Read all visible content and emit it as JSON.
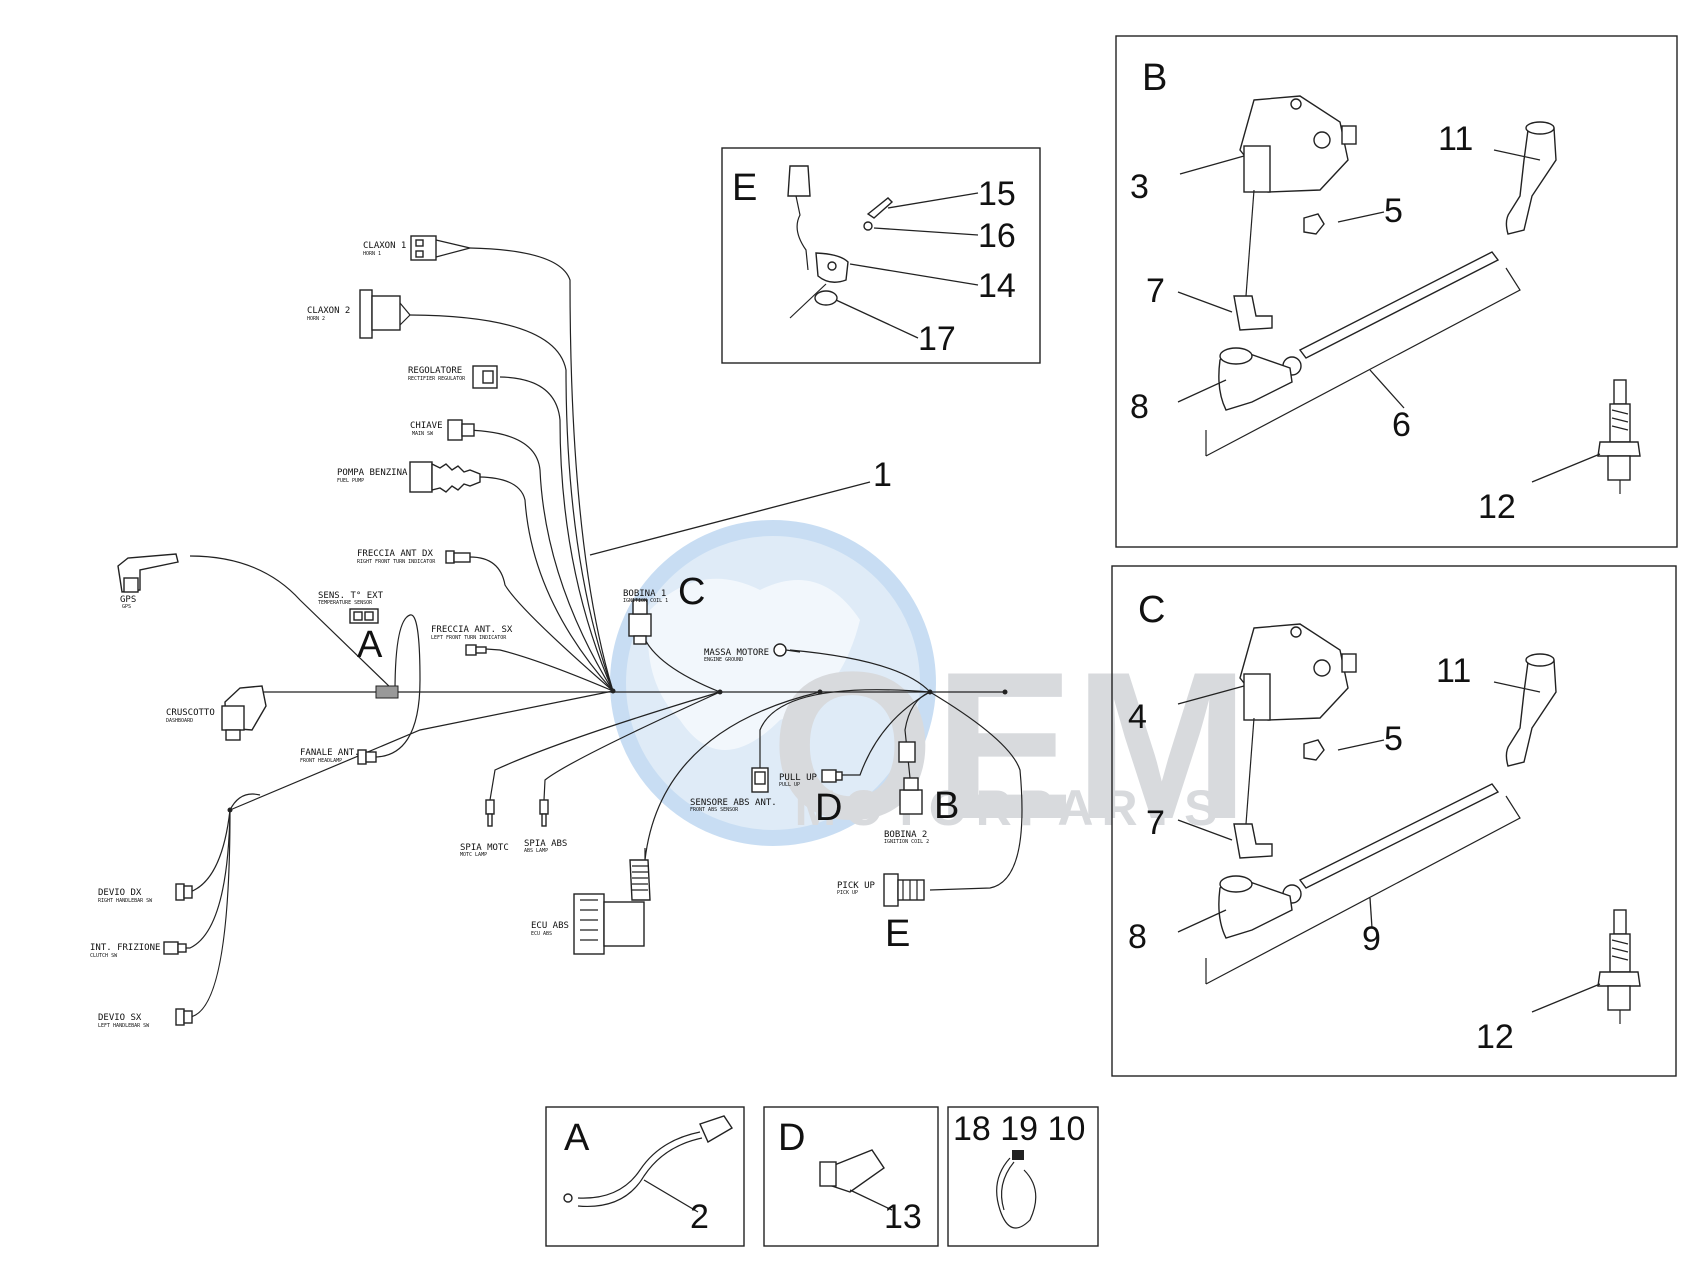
{
  "watermark": {
    "logo": "OEM",
    "subtitle": "MOTORPARTS"
  },
  "harness": {
    "claxon_1": {
      "label": "CLAXON 1",
      "sub": "HORN 1"
    },
    "claxon_2": {
      "label": "CLAXON 2",
      "sub": "HORN 2"
    },
    "regolatore": {
      "label": "REGOLATORE",
      "sub": "RECTIFIER REGULATOR"
    },
    "chiave": {
      "label": "CHIAVE",
      "sub": "MAIN SW"
    },
    "pompa_benzina": {
      "label": "POMPA BENZINA",
      "sub": "FUEL PUMP"
    },
    "freccia_ant_dx": {
      "label": "FRECCIA ANT DX",
      "sub": "RIGHT FRONT TURN INDICATOR"
    },
    "sens_t_ext": {
      "label": "SENS. T° EXT",
      "sub": "TEMPERATURE SENSOR"
    },
    "freccia_ant_sx": {
      "label": "FRECCIA ANT. SX",
      "sub": "LEFT FRONT TURN INDICATOR"
    },
    "gps": {
      "label": "GPS",
      "sub": "GPS"
    },
    "cruscotto": {
      "label": "CRUSCOTTO",
      "sub": "DASHBOARD"
    },
    "fanale_ant": {
      "label": "FANALE ANT.",
      "sub": "FRONT HEADLAMP"
    },
    "devio_dx": {
      "label": "DEVIO DX",
      "sub": "RIGHT HANDLEBAR SW"
    },
    "int_frizione": {
      "label": "INT. FRIZIONE",
      "sub": "CLUTCH SW"
    },
    "devio_sx": {
      "label": "DEVIO SX",
      "sub": "LEFT HANDLEBAR SW"
    },
    "bobina_1": {
      "label": "BOBINA 1",
      "sub": "IGNITION COIL 1"
    },
    "massa_motore": {
      "label": "MASSA MOTORE",
      "sub": "ENGINE GROUND"
    },
    "spia_motc": {
      "label": "SPIA MOTC",
      "sub": "MOTC LAMP"
    },
    "spia_abs": {
      "label": "SPIA ABS",
      "sub": "ABS LAMP"
    },
    "sensore_abs_ant": {
      "label": "SENSORE ABS ANT.",
      "sub": "FRONT ABS SENSOR"
    },
    "pull_up": {
      "label": "PULL UP",
      "sub": "PULL UP"
    },
    "bobina_2": {
      "label": "BOBINA 2",
      "sub": "IGNITION COIL 2"
    },
    "pick_up": {
      "label": "PICK UP",
      "sub": "PICK UP"
    },
    "ecu_abs": {
      "label": "ECU ABS",
      "sub": "ECU ABS"
    }
  },
  "callouts": {
    "main": {
      "n1": "1",
      "A": "A",
      "B": "B",
      "C": "C",
      "D": "D",
      "E": "E"
    }
  },
  "insets": {
    "E": {
      "title": "E",
      "n15": "15",
      "n16": "16",
      "n14": "14",
      "n17": "17"
    },
    "B": {
      "title": "B",
      "n3": "3",
      "n5": "5",
      "n6": "6",
      "n7": "7",
      "n8": "8",
      "n11": "11",
      "n12": "12"
    },
    "C": {
      "title": "C",
      "n4": "4",
      "n5": "5",
      "n7": "7",
      "n8": "8",
      "n9": "9",
      "n11": "11",
      "n12": "12"
    },
    "A": {
      "title": "A",
      "n2": "2"
    },
    "D": {
      "title": "D",
      "n13": "13"
    },
    "misc": {
      "numbers": "18 19 10"
    }
  }
}
